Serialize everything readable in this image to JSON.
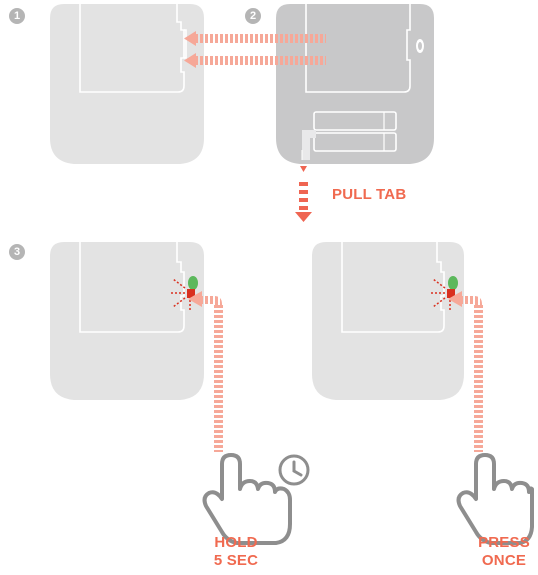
{
  "steps": [
    "1",
    "2",
    "3"
  ],
  "labels": {
    "pull_tab": "PULL TAB",
    "hold_line1": "HOLD",
    "hold_line2": "5 SEC",
    "press_line1": "PRESS",
    "press_line2": "ONCE"
  },
  "icons": {
    "timer": "clock-icon",
    "hand": "pointing-hand-icon",
    "led": "led-light-icon",
    "battery": "battery-icon"
  },
  "colors": {
    "device_light": "#e3e3e3",
    "device_dark": "#c8c8c9",
    "device_outline": "#ffffff",
    "arrow": "#f6a898",
    "arrow_solid": "#ef6552",
    "label": "#f06a50",
    "led_green": "#5cb85c",
    "led_red": "#d9301f",
    "step_badge": "#b5b5b5",
    "hand_stroke": "#8e8e8e"
  }
}
